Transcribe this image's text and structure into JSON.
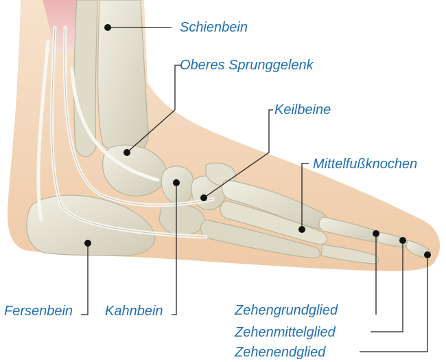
{
  "figure": {
    "colors": {
      "label_text": "#1f6fb3",
      "leader_line": "#222222",
      "skin": "#f2d3b5",
      "bone": "#e9e7d8",
      "tendon": "#f4f4f0"
    },
    "labels": {
      "schienbein": "Schienbein",
      "oberes_sprunggelenk": "Oberes Sprunggelenk",
      "keilbeine": "Keilbeine",
      "mittelfussknochen": "Mittelfußknochen",
      "fersenbein": "Fersenbein",
      "kahnbein": "Kahnbein",
      "zehengrundglied": "Zehengrundglied",
      "zehenmittelglied": "Zehenmittelglied",
      "zehenendglied": "Zehenendglied"
    }
  }
}
